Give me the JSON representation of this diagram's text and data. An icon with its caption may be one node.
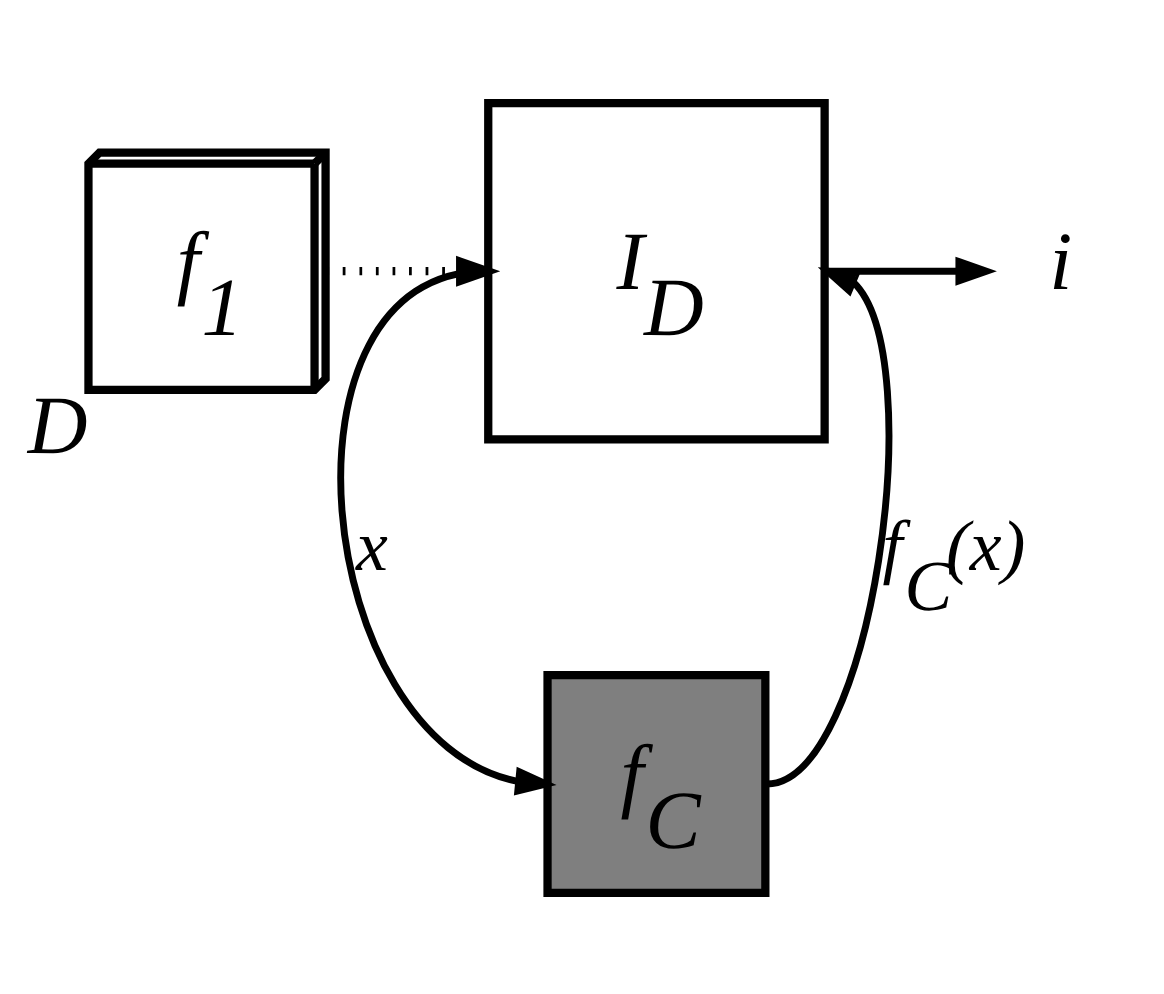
{
  "diagram": {
    "nodes": [
      {
        "text": [
          "f$_{C}$"
        ]
      },
      {
        "text": [
          "I$_{D}$"
        ]
      },
      {
        "text": [
          "f$_{1}$"
        ],
        "beside": [
          "D"
        ]
      },
      {
        "text": [
          "i"
        ]
      }
    ],
    "edges": [
      {
        "from": 1,
        "to": 0,
        "arrow": "to",
        "label": "x"
      },
      {
        "from": 0,
        "to": 1,
        "arrow": "to",
        "label": "f$_{C}$(x)"
      },
      {
        "from": 2,
        "to": 1,
        "arrow": "to",
        "style": "dashed"
      },
      {
        "from": 1,
        "to": 3,
        "arrow": "to"
      }
    ]
  }
}
